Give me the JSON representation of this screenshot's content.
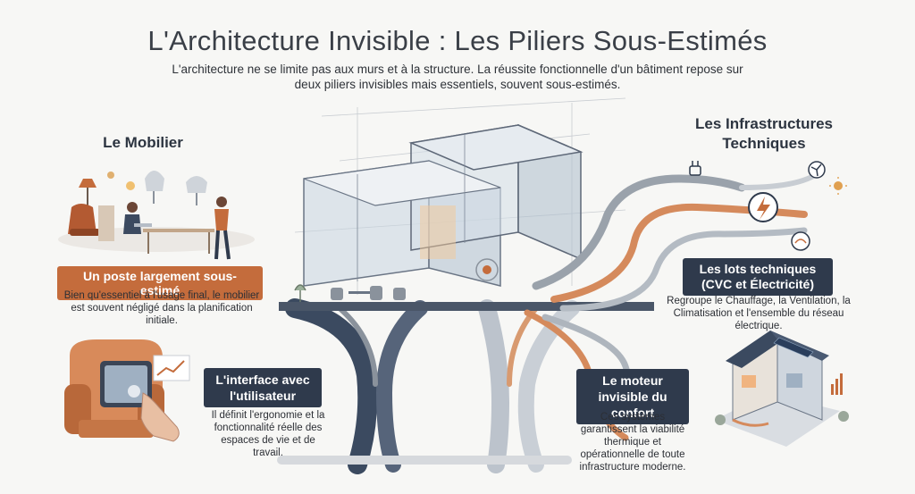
{
  "header": {
    "title": "L'Architecture Invisible : Les Piliers Sous-Estimés",
    "intro": "L'architecture ne se limite pas aux murs et à la structure. La réussite fonctionnelle d'un bâtiment repose sur deux piliers invisibles mais essentiels, souvent sous-estimés."
  },
  "mobilier": {
    "heading": "Le Mobilier",
    "badge": "Un poste largement sous-estimé",
    "description": "Bien qu'essentiel à l'usage final, le mobilier est souvent négligé dans la planification initiale."
  },
  "interface": {
    "badge": "L'interface avec l'utilisateur",
    "description": "Il définit l'ergonomie et la fonctionnalité réelle des espaces de vie et de travail."
  },
  "infrastructures": {
    "heading": "Les Infrastructures Techniques",
    "badge": "Les lots techniques (CVC et Électricité)",
    "description": "Regroupe le Chauffage, la Ventilation, la Climatisation et l'ensemble du réseau électrique."
  },
  "moteur": {
    "badge": "Le moteur invisible du confort",
    "description": "Ces systèmes garantissent la viabilité thermique et opérationnelle de toute infrastructure moderne."
  },
  "colors": {
    "accent_orange": "#c46c3c",
    "accent_navy": "#2f3a4c",
    "pipe_grey": "#8a929c",
    "glass_blue": "#c9d6e0"
  },
  "icons": [
    "office-illustration-icon",
    "armchair-touchscreen-icon",
    "building-glass-structure-icon",
    "tree-trunk-icon",
    "pipe-network-icon",
    "lightning-icon",
    "house-cutaway-icon",
    "solar-panel-icon",
    "fan-icon",
    "sun-icon",
    "plug-icon"
  ]
}
